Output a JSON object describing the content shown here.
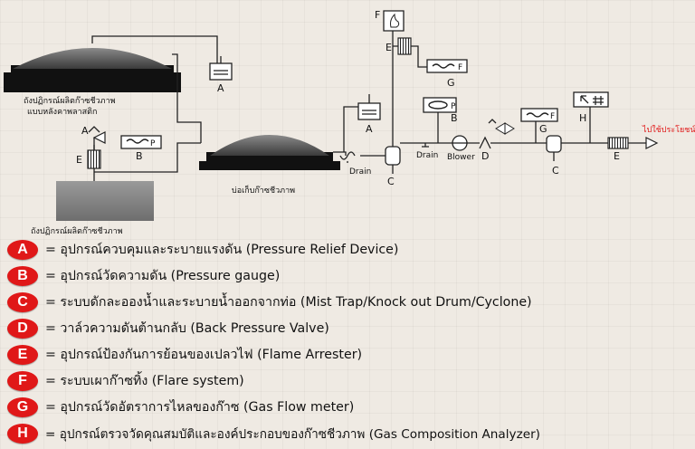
{
  "diagram": {
    "labels": {
      "plastic_digester": "ถังปฏิกรณ์ผลิตก๊าซชีวภาพ",
      "plastic_digester_2": "แบบหลังคาพลาสติก",
      "gas_storage": "บ่อเก็บก๊าซชีวภาพ",
      "digester": "ถังปฏิกรณ์ผลิตก๊าซชีวภาพ",
      "drain": "Drain",
      "blower": "Blower",
      "to_use": "ไปใช้ประโยชน์"
    },
    "letters": {
      "A": "A",
      "B": "B",
      "C": "C",
      "D": "D",
      "E": "E",
      "F": "F",
      "G": "G",
      "H": "H",
      "P": "P"
    }
  },
  "legend": [
    {
      "letter": "A",
      "text": "= อุปกรณ์ควบคุมและระบายแรงดัน (Pressure Relief Device)"
    },
    {
      "letter": "B",
      "text": "= อุปกรณ์วัดความดัน (Pressure gauge)"
    },
    {
      "letter": "C",
      "text": "= ระบบดักละอองน้ำและระบายน้ำออกจากท่อ (Mist Trap/Knock out Drum/Cyclone)"
    },
    {
      "letter": "D",
      "text": "= วาล์วความดันต้านกลับ (Back Pressure Valve)"
    },
    {
      "letter": "E",
      "text": "= อุปกรณ์ป้องกันการย้อนของเปลวไฟ (Flame Arrester)"
    },
    {
      "letter": "F",
      "text": "= ระบบเผาก๊าซทิ้ง (Flare system)"
    },
    {
      "letter": "G",
      "text": "= อุปกรณ์วัดอัตราการไหลของก๊าซ (Gas Flow meter)"
    },
    {
      "letter": "H",
      "text": "= อุปกรณ์ตรวจวัดคุณสมบัติและองค์ประกอบของก๊าซชีวภาพ (Gas Composition Analyzer)"
    }
  ],
  "colors": {
    "accent": "#e01818",
    "background": "#efeae3"
  }
}
